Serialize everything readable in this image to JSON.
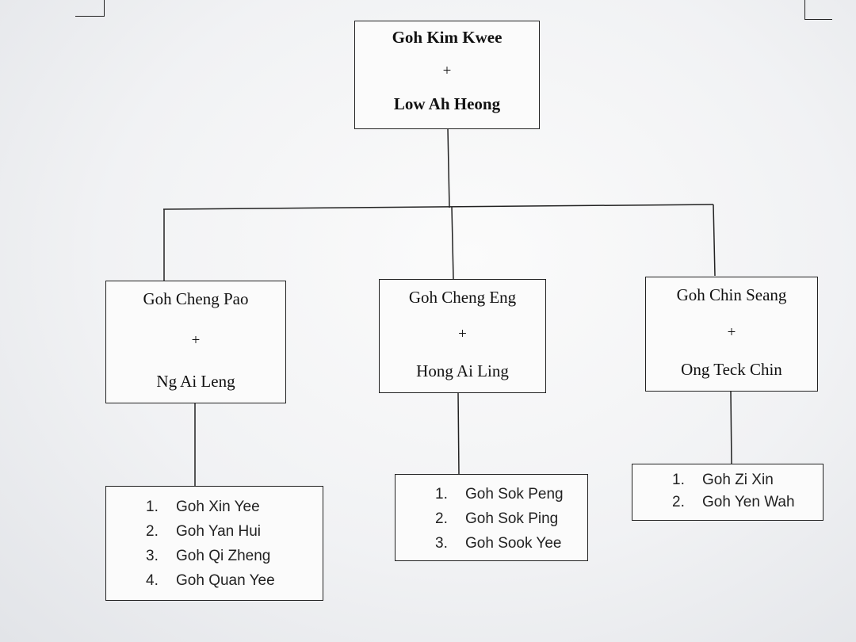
{
  "root": {
    "partner_a": "Goh Kim Kwee",
    "joiner": "+",
    "partner_b": "Low Ah Heong"
  },
  "families": [
    {
      "partner_a": "Goh Cheng Pao",
      "joiner": "+",
      "partner_b": "Ng Ai Leng",
      "children": [
        {
          "num": "1.",
          "name": "Goh Xin Yee"
        },
        {
          "num": "2.",
          "name": "Goh Yan Hui"
        },
        {
          "num": "3.",
          "name": "Goh Qi Zheng"
        },
        {
          "num": "4.",
          "name": "Goh Quan Yee"
        }
      ]
    },
    {
      "partner_a": "Goh Cheng Eng",
      "joiner": "+",
      "partner_b": "Hong Ai Ling",
      "children": [
        {
          "num": "1.",
          "name": "Goh Sok Peng"
        },
        {
          "num": "2.",
          "name": "Goh Sok Ping"
        },
        {
          "num": "3.",
          "name": "Goh Sook Yee"
        }
      ]
    },
    {
      "partner_a": "Goh Chin Seang",
      "joiner": "+",
      "partner_b": "Ong Teck Chin",
      "children": [
        {
          "num": "1.",
          "name": "Goh Zi Xin"
        },
        {
          "num": "2.",
          "name": "Goh Yen Wah"
        }
      ]
    }
  ]
}
